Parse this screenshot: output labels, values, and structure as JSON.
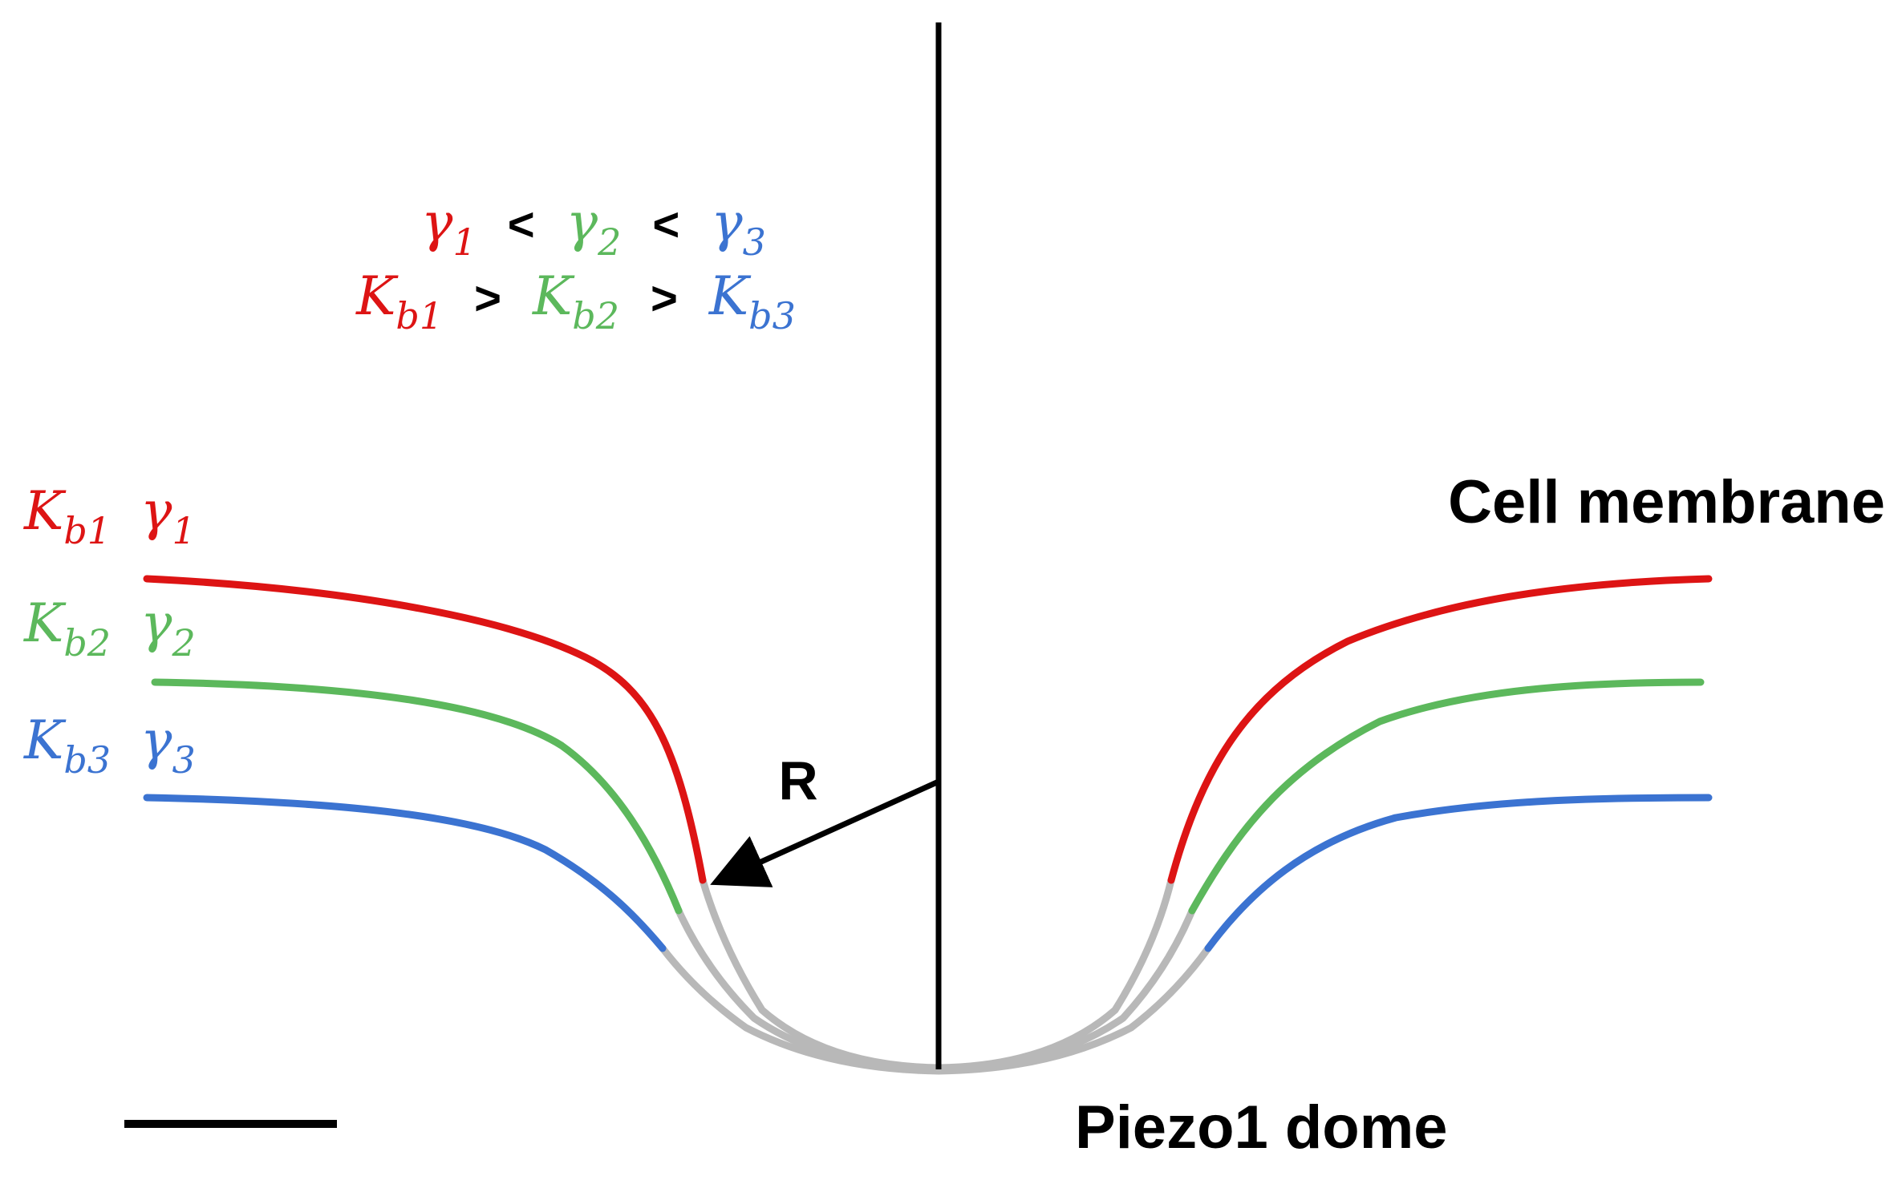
{
  "colors": {
    "series1": "#dd1414",
    "series2": "#5cb85c",
    "series3": "#3b73d1",
    "dome": "#b8b8b8",
    "ink": "#000000"
  },
  "relations": {
    "gamma_order": [
      {
        "sym": "γ",
        "sub": "1",
        "series": 1
      },
      {
        "op": "<"
      },
      {
        "sym": "γ",
        "sub": "2",
        "series": 2
      },
      {
        "op": "<"
      },
      {
        "sym": "γ",
        "sub": "3",
        "series": 3
      }
    ],
    "kb_order": [
      {
        "sym": "K",
        "sub": "b1",
        "series": 1
      },
      {
        "op": ">"
      },
      {
        "sym": "K",
        "sub": "b2",
        "series": 2
      },
      {
        "op": ">"
      },
      {
        "sym": "K",
        "sub": "b3",
        "series": 3
      }
    ]
  },
  "legend": [
    {
      "k": "K",
      "k_sub": "b1",
      "g": "γ",
      "g_sub": "1",
      "series": 1
    },
    {
      "k": "K",
      "k_sub": "b2",
      "g": "γ",
      "g_sub": "2",
      "series": 2
    },
    {
      "k": "K",
      "k_sub": "b3",
      "g": "γ",
      "g_sub": "3",
      "series": 3
    }
  ],
  "labels": {
    "radius": "R",
    "membrane": "Cell membrane",
    "dome": "Piezo1 dome"
  },
  "scale_bar": true
}
